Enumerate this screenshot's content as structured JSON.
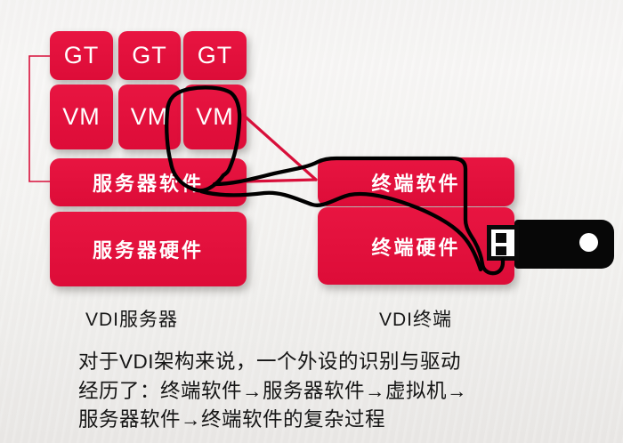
{
  "slide": {
    "server_stack": {
      "gt_labels": [
        "GT",
        "GT",
        "GT"
      ],
      "vm_labels": [
        "VM",
        "VM",
        "VM"
      ],
      "software_label": "服务器软件",
      "hardware_label": "服务器硬件",
      "caption": "VDI服务器"
    },
    "terminal_stack": {
      "software_label": "终端软件",
      "hardware_label": "终端硬件",
      "caption": "VDI终端"
    },
    "description_lines": [
      "对于VDI架构来说，一个外设的识别与驱动",
      "经历了：终端软件→服务器软件→虚拟机→",
      "服务器软件→终端软件的复杂过程"
    ],
    "icons": {
      "usb_drive": "usb-flash-drive-icon",
      "annotation": "hand-drawn-scribble"
    },
    "colors": {
      "box_red": "#e20d3c",
      "connector_red": "#d80f3a",
      "annotation_black": "#000000",
      "text_dark": "#151515",
      "box_text": "#ffffff",
      "background": "#f2f1ef"
    }
  }
}
